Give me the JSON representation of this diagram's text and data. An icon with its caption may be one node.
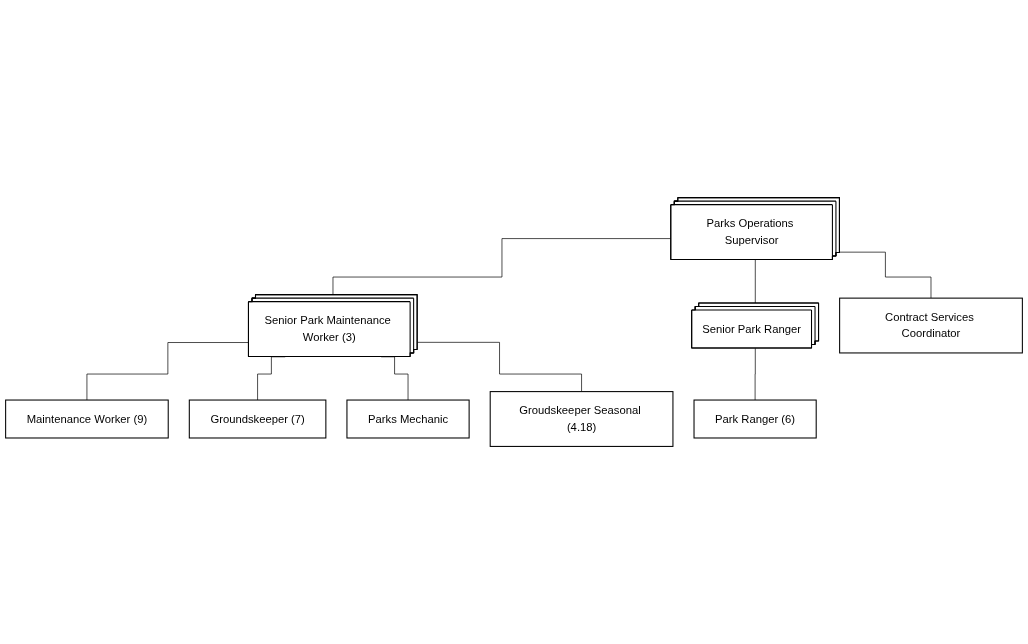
{
  "diagram": {
    "nodes": [
      {
        "text": [
          "Parks Operations Supervisor"
        ]
      },
      {
        "text": [
          "Contract Services Coordinator"
        ]
      },
      {
        "text": [
          "Senior Park Maintenance Worker (3)"
        ]
      },
      {
        "text": [
          "Senior Park Ranger"
        ]
      },
      {
        "text": [
          "Park Ranger (6)"
        ]
      },
      {
        "text": [
          "Maintenance Worker (9)"
        ]
      },
      {
        "text": [
          "Groundskeeper (7)"
        ]
      },
      {
        "text": [
          "Parks Mechanic"
        ]
      },
      {
        "text": [
          "Groudskeeper Seasonal (4.18)"
        ]
      }
    ],
    "edges": [
      {
        "from": 0,
        "to": 1,
        "arrow": "none"
      },
      {
        "from": 0,
        "to": 2,
        "arrow": "none"
      },
      {
        "from": 0,
        "to": 3,
        "arrow": "none"
      },
      {
        "from": 3,
        "to": 4,
        "arrow": "none"
      },
      {
        "from": 2,
        "to": 5,
        "arrow": "none"
      },
      {
        "from": 2,
        "to": 6,
        "arrow": "none"
      },
      {
        "from": 2,
        "to": 7,
        "arrow": "none"
      },
      {
        "from": 2,
        "to": 8,
        "arrow": "none"
      }
    ]
  }
}
